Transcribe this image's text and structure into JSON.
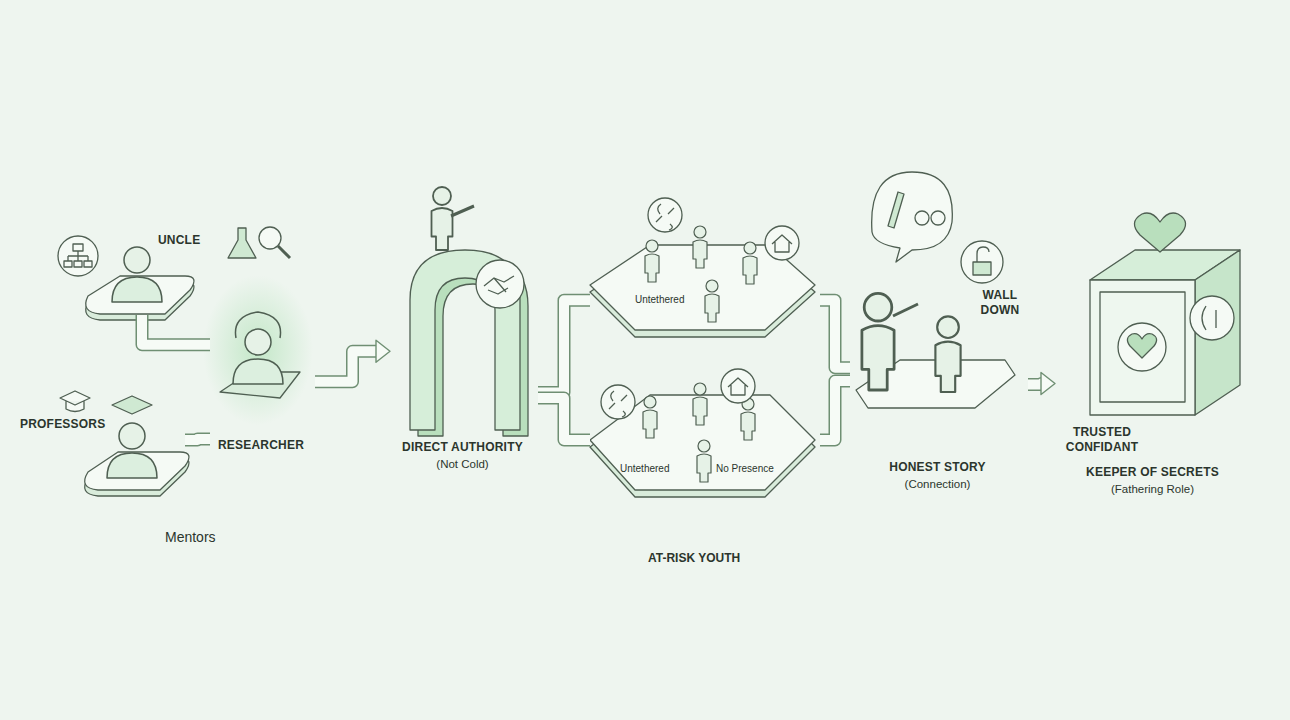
{
  "diagram": {
    "nodes": [
      {
        "text": [
          "UNCLE"
        ]
      },
      {
        "text": [
          "PROFESSORS"
        ]
      },
      {
        "text": [
          "RESEARCHER"
        ]
      },
      {
        "text": [
          "DIRECT AUTHORITY",
          "(Not Cold)"
        ]
      },
      {
        "text": [
          "Untethered"
        ]
      },
      {
        "text": [
          "Untethered",
          "No Presence"
        ]
      },
      {
        "text": [
          "HONEST STORY",
          "(Connection)",
          "WALL DOWN"
        ]
      },
      {
        "text": [
          "TRUSTED CONFIDANT",
          "KEEPER OF SECRETS",
          "(Fathering Role)"
        ]
      }
    ],
    "edges": [
      {
        "from": 0,
        "to": 2,
        "arrow": "none"
      },
      {
        "from": 1,
        "to": 2,
        "arrow": "none"
      },
      {
        "from": 2,
        "to": 3,
        "arrow": "to"
      },
      {
        "from": 3,
        "to": 4,
        "arrow": "none"
      },
      {
        "from": 3,
        "to": 5,
        "arrow": "none"
      },
      {
        "from": 4,
        "to": 6,
        "arrow": "none"
      },
      {
        "from": 5,
        "to": 6,
        "arrow": "none"
      },
      {
        "from": 6,
        "to": 7,
        "arrow": "to"
      }
    ],
    "labels": [
      "Mentors",
      "AT-RISK YOUTH"
    ]
  }
}
